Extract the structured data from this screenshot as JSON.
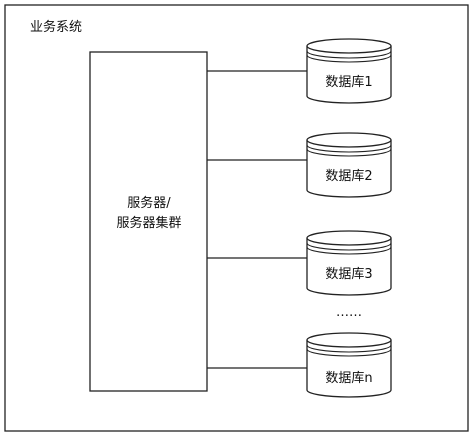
{
  "system": {
    "title": "业务系统"
  },
  "server": {
    "line1": "服务器/",
    "line2": "服务器集群"
  },
  "databases": [
    {
      "label": "数据库1"
    },
    {
      "label": "数据库2"
    },
    {
      "label": "数据库3"
    },
    {
      "label": "数据库n"
    }
  ],
  "ellipsis": "……",
  "colors": {
    "stroke": "#222222",
    "background": "#ffffff"
  }
}
